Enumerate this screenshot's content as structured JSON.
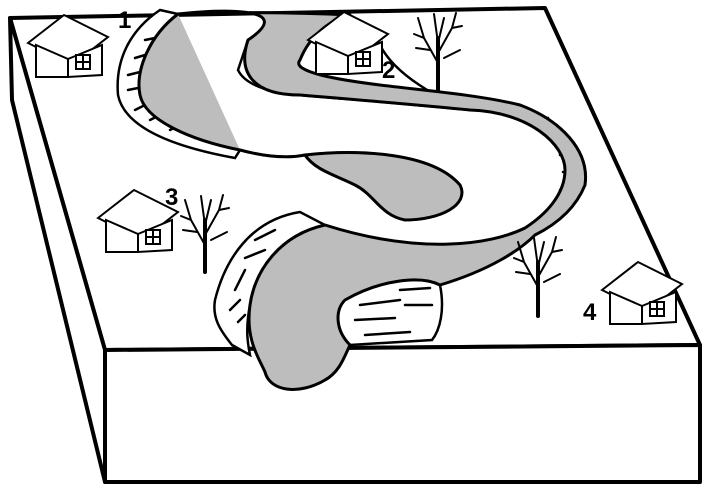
{
  "labels": {
    "house_1": "1",
    "house_2": "2",
    "house_3": "3",
    "house_4": "4"
  },
  "colors": {
    "river": "#bdbdbd",
    "outline": "#000000",
    "ground": "#ffffff"
  },
  "icons": [
    "house-icon",
    "tree-icon"
  ]
}
